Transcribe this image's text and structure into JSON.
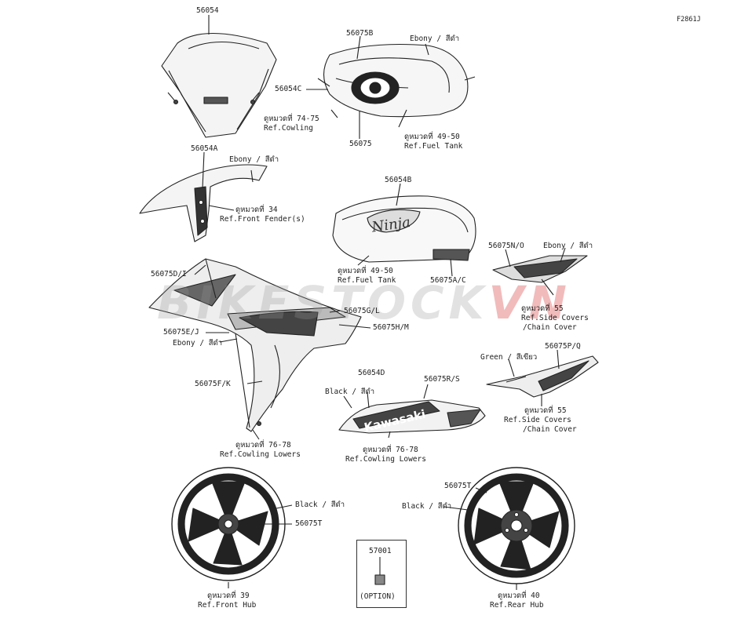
{
  "figure_code": "F2861J",
  "watermark": {
    "main": "BIKESTOCK",
    "accent": "VN"
  },
  "parts": {
    "windshield": "56054",
    "tank_stripe_b": "56075B",
    "tank_c": "56054C",
    "tank_main": "56075",
    "fender": "56054A",
    "tank_logo": "56054B",
    "cowl_d": "56075D/I",
    "cowl_g": "56075G/L",
    "cowl_h": "56075H/M",
    "cowl_e": "56075E/J",
    "cowl_f": "56075F/K",
    "tank_a": "56075A/C",
    "side_n": "56075N/O",
    "side_p": "56075P/Q",
    "lower_d": "56054D",
    "lower_r": "56075R/S",
    "wheel_front": "56075T",
    "wheel_rear": "56075T",
    "option_part": "57001",
    "option_text": "(OPTION)"
  },
  "colors": {
    "ebony1": "Ebony / สีดำ",
    "ebony2": "Ebony / สีดำ",
    "ebony3": "Ebony / สีดำ",
    "ebony4": "Ebony / สีดำ",
    "green": "Green / สีเขียว",
    "black1": "Black / สีดำ",
    "black2": "Black / สีดำ",
    "black3": "Black / สีดำ"
  },
  "refs": {
    "cowling": {
      "thai": "ดูหมวดที่ 74-75",
      "en": "Ref.Cowling"
    },
    "fuel_tank1": {
      "thai": "ดูหมวดที่ 49-50",
      "en": "Ref.Fuel Tank"
    },
    "front_fender": {
      "thai": "ดูหมวดที่ 34",
      "en": "Ref.Front Fender(s)"
    },
    "fuel_tank2": {
      "thai": "ดูหมวดที่ 49-50",
      "en": "Ref.Fuel Tank"
    },
    "side_covers1": {
      "thai": "ดูหมวดที่ 55",
      "en": "Ref.Side Covers",
      "en2": "/Chain Cover"
    },
    "side_covers2": {
      "thai": "ดูหมวดที่ 55",
      "en": "Ref.Side Covers",
      "en2": "/Chain Cover"
    },
    "cowling_lowers1": {
      "thai": "ดูหมวดที่ 76-78",
      "en": "Ref.Cowling Lowers"
    },
    "cowling_lowers2": {
      "thai": "ดูหมวดที่ 76-78",
      "en": "Ref.Cowling Lowers"
    },
    "front_hub": {
      "thai": "ดูหมวดที่ 39",
      "en": "Ref.Front Hub"
    },
    "rear_hub": {
      "thai": "ดูหมวดที่ 40",
      "en": "Ref.Rear Hub"
    }
  },
  "decal_text": {
    "kawasaki": "Kawasaki",
    "ninja": "Ninja"
  }
}
